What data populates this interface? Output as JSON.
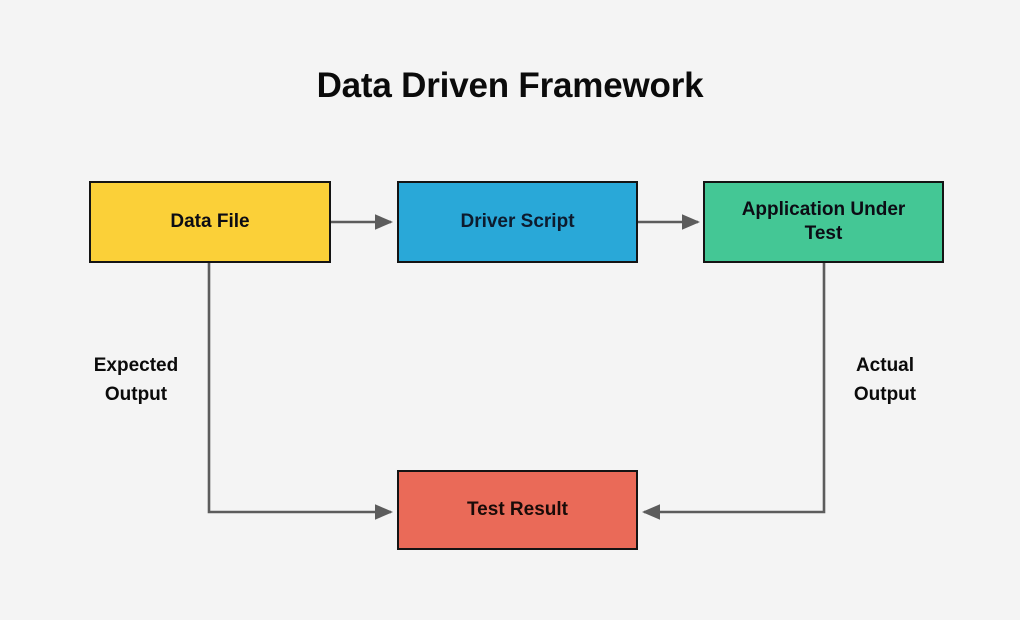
{
  "title": "Data Driven Framework",
  "background_color": "#f4f4f4",
  "line_color": "#5c5c5c",
  "nodes": [
    {
      "id": "data-file",
      "label": "Data File",
      "color": "#fbd038",
      "border_color": "#141414"
    },
    {
      "id": "driver-script",
      "label": "Driver Script",
      "color": "#29a8d8",
      "border_color": "#141414"
    },
    {
      "id": "application-under-test",
      "label": "Application Under\nTest",
      "color": "#44c795",
      "border_color": "#141414"
    },
    {
      "id": "test-result",
      "label": "Test Result",
      "color": "#ea6a58",
      "border_color": "#141414"
    }
  ],
  "edge_labels": [
    {
      "id": "expected-output",
      "label": "Expected\nOutput"
    },
    {
      "id": "actual-output",
      "label": "Actual\nOutput"
    }
  ],
  "edges": [
    {
      "from": "data-file",
      "to": "driver-script",
      "arrow": true
    },
    {
      "from": "driver-script",
      "to": "application-under-test",
      "arrow": true
    },
    {
      "from": "data-file",
      "to": "test-result",
      "arrow": true,
      "label": "Expected Output"
    },
    {
      "from": "application-under-test",
      "to": "test-result",
      "arrow": true,
      "label": "Actual Output"
    }
  ]
}
